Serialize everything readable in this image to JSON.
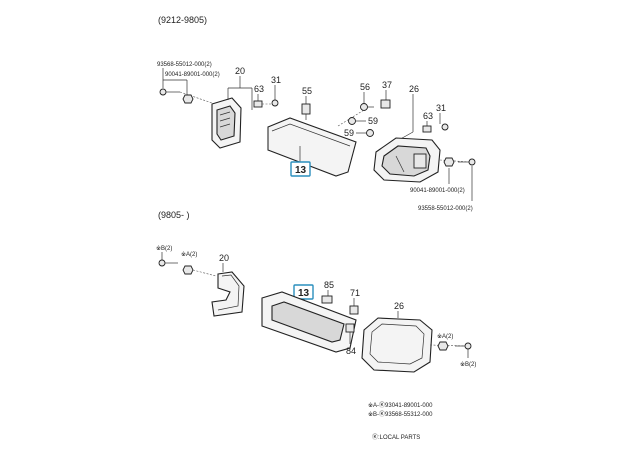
{
  "section1": {
    "header": "(9212-9805)",
    "callouts": {
      "c20": "20",
      "c31a": "31",
      "c63a": "63",
      "c55": "55",
      "c56": "56",
      "c37": "37",
      "c59a": "59",
      "c59b": "59",
      "c26": "26",
      "c31b": "31",
      "c63b": "63",
      "c13": "13"
    },
    "part_numbers": {
      "left_screw": "93568-55012-000(2)",
      "left_nut": "90041-89001-000(2)",
      "right_nut": "90041-89001-000(2)",
      "right_screw": "93558-55012-000(2)"
    }
  },
  "section2": {
    "header": "(9805-      )",
    "callouts": {
      "c20": "20",
      "c13": "13",
      "c85": "85",
      "c71": "71",
      "c84": "84",
      "c26": "26"
    },
    "refs": {
      "left_b": "※B(2)",
      "left_a": "※A(2)",
      "right_a": "※A(2)",
      "right_b": "※B(2)"
    }
  },
  "legend": {
    "line_a": "※A-Ⓚ93041-89001-000",
    "line_b": "※B-Ⓚ93568-55312-000",
    "local": "Ⓚ:LOCAL PARTS"
  }
}
